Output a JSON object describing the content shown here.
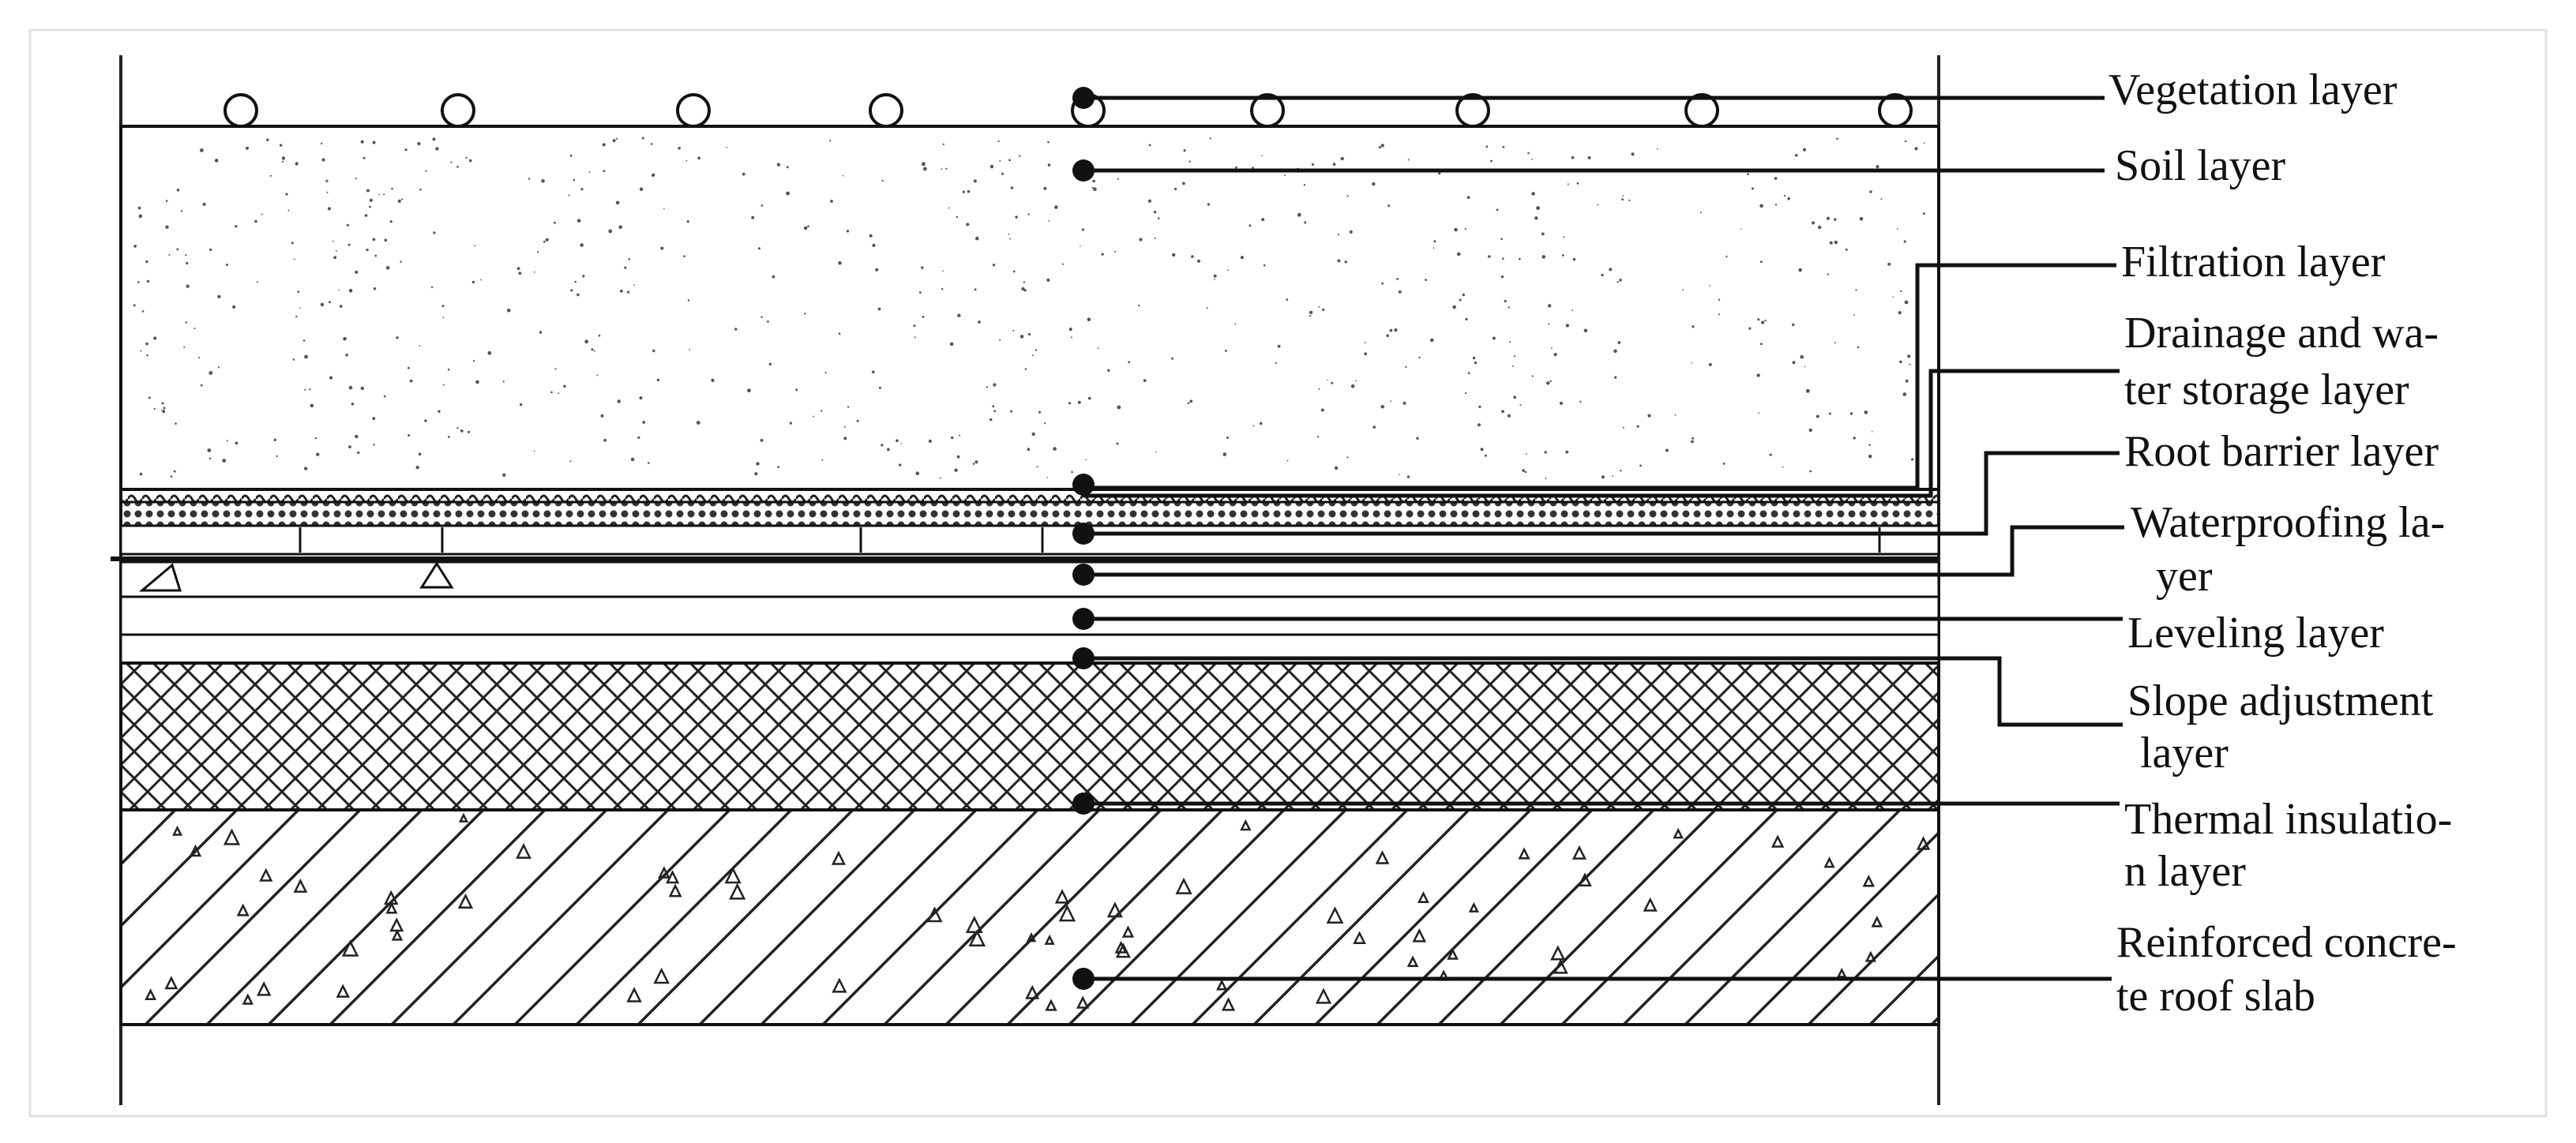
{
  "diagram": {
    "labels": {
      "vegetation": [
        "Vegetation layer"
      ],
      "soil": [
        "Soil layer"
      ],
      "filtration": [
        "Filtration layer"
      ],
      "drainage": [
        "Drainage and wa-",
        "ter storage layer"
      ],
      "root_barrier": [
        "Root barrier layer"
      ],
      "waterproofing": [
        "Waterproofing la-",
        "yer"
      ],
      "leveling": [
        "Leveling layer"
      ],
      "slope": [
        "Slope adjustment",
        "layer"
      ],
      "insulation": [
        "Thermal insulatio-",
        "n layer"
      ],
      "slab": [
        "Reinforced concre-",
        "te roof slab"
      ]
    }
  }
}
